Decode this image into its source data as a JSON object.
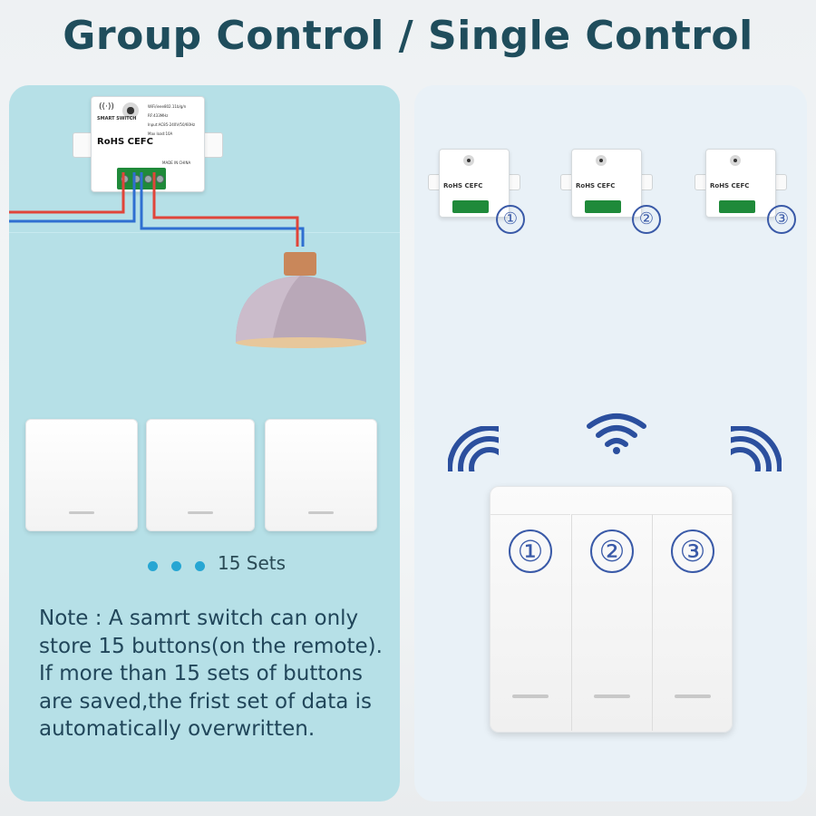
{
  "title": "Group Control / Single Control",
  "module": {
    "brand": "SMART SWITCH",
    "certs": "RoHS  CEFC",
    "origin": "MADE IN CHINA",
    "spec_lines": [
      "WiFi/ieee802.11b/g/n",
      "RF:433MHz",
      "Input:AC85-240V/50/60Hz",
      "Max load:10A"
    ]
  },
  "left_panel": {
    "dots_count": 3,
    "sets_label": "15 Sets",
    "note_lines": [
      "Note : A samrt switch can only",
      "store 15 buttons(on the remote).",
      "If more than 15 sets of buttons",
      "are saved,the frist set of data is",
      "automatically overwritten."
    ]
  },
  "right_panel": {
    "module_numbers": [
      "①",
      "②",
      "③"
    ],
    "switch_numbers": [
      "①",
      "②",
      "③"
    ]
  },
  "colors": {
    "title": "#1f4d5c",
    "left_panel_bg": "#b6e0e7",
    "right_panel_bg": "#e9f1f7",
    "accent_blue": "#3a5aa8",
    "wire_red": "#e0453a",
    "wire_blue": "#2f6fd1",
    "dot": "#27a6d3"
  },
  "icons": [
    "wifi-signal-icon",
    "lamp-icon",
    "remote-switch-icon"
  ]
}
